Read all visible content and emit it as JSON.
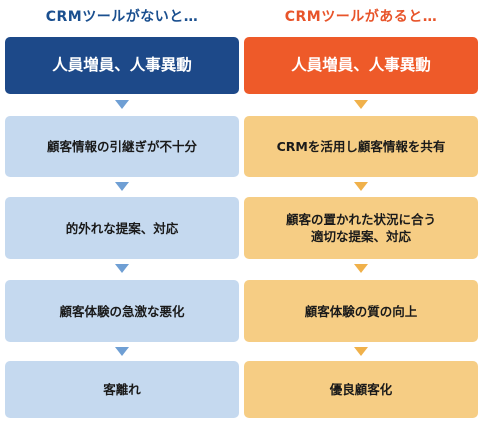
{
  "left": {
    "heading": "CRMツールがないと…",
    "head_box": "人員増員、人事異動",
    "steps": [
      "顧客情報の引継ぎが不十分",
      "的外れな提案、対応",
      "顧客体験の急激な悪化",
      "客離れ"
    ]
  },
  "right": {
    "heading": "CRMツールがあると…",
    "head_box": "人員増員、人事異動",
    "steps": [
      "CRMを活用し顧客情報を共有",
      "顧客の置かれた状況に合う\n適切な提案、対応",
      "顧客体験の質の向上",
      "優良顧客化"
    ]
  },
  "colors": {
    "left_heading": "#1a4f8f",
    "left_head_box": "#1d4989",
    "left_step": "#c5d9ef",
    "left_arrow": "#6f9fd4",
    "right_heading": "#e8542a",
    "right_head_box": "#ee5a29",
    "right_step": "#f6cd84",
    "right_arrow": "#f0b14b"
  }
}
